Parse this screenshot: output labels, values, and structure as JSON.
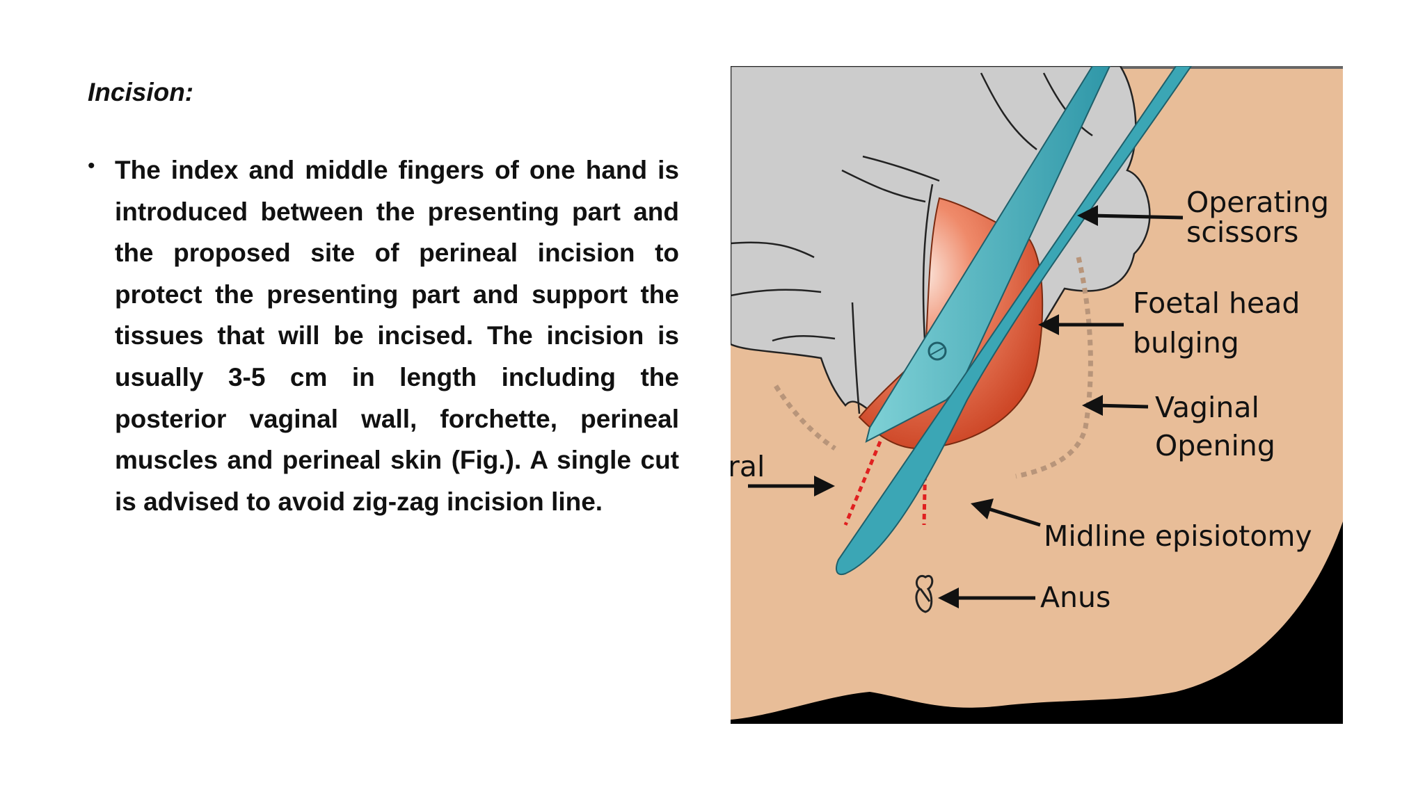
{
  "slide": {
    "heading": "Incision:",
    "bullets": [
      "The index and middle fingers of one hand is introduced between the presenting part and the proposed site of perineal incision to protect the presenting part and support the tissues that will be incised. The incision is usually 3-5 cm in length including the posterior vaginal wall, forchette, perineal muscles and perineal skin (Fig.). A single cut is advised to avoid zig-zag incision line."
    ]
  },
  "figure": {
    "labels": {
      "scissors_line1": "Operating",
      "scissors_line2": "scissors",
      "head_line1": "Foetal head",
      "head_line2": "bulging",
      "vaginal_line1": "Vaginal",
      "vaginal_line2": "Opening",
      "mediolateral_fragment": "ral",
      "midline": "Midline episiotomy",
      "anus": "Anus"
    },
    "colors": {
      "skin": "#e8bd98",
      "glove": "#cccccc",
      "head": "#d4401e",
      "scissors": "#4fb7c2",
      "incision": "#e02020",
      "opening_dots": "#b8957a",
      "background_corner": "#000000"
    }
  }
}
